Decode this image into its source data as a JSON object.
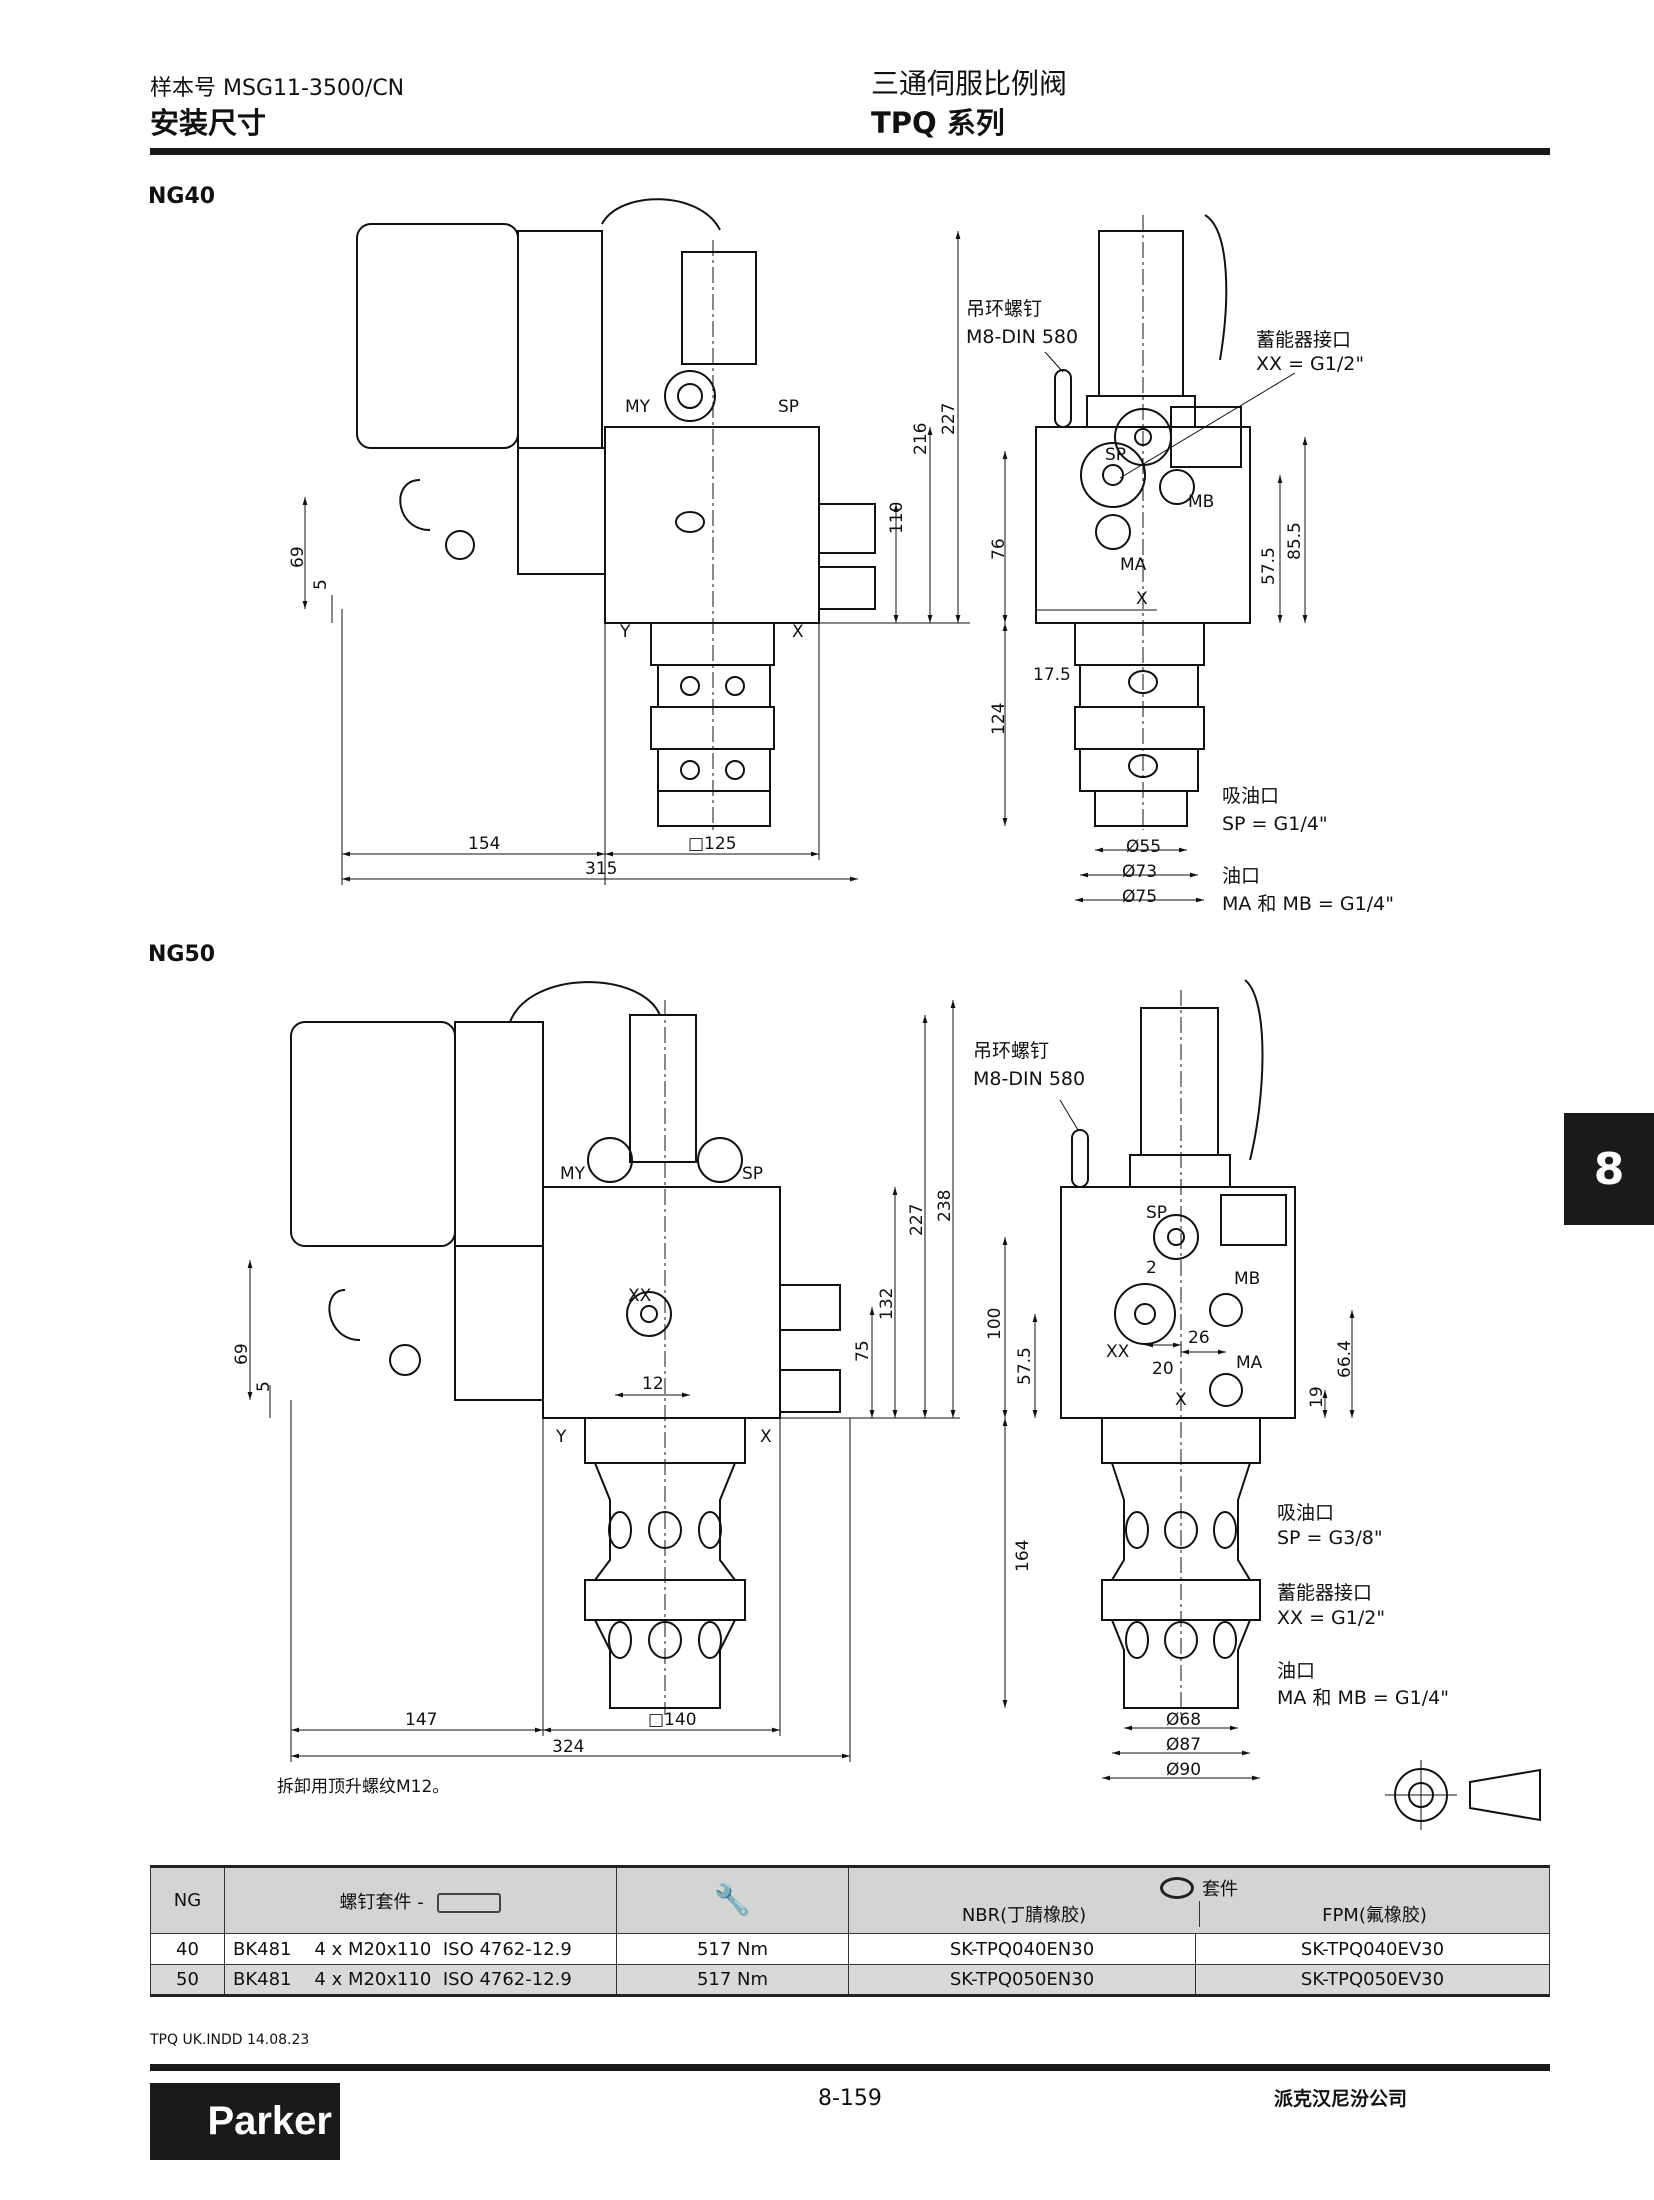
{
  "header": {
    "catalog_no": "样本号 MSG11-3500/CN",
    "section_title": "安装尺寸",
    "product_title": "三通伺服比例阀",
    "series": "TPQ 系列"
  },
  "chapter_tab": "8",
  "ng40": {
    "title": "NG40",
    "side_view": {
      "MY": "MY",
      "SP": "SP",
      "Y": "Y",
      "X": "X",
      "d69": "69",
      "d5": "5",
      "d216": "216",
      "d227": "227",
      "d110": "110",
      "d154": "154",
      "d125": "□125",
      "d315": "315"
    },
    "front_view": {
      "eyebolt_label": "吊环螺钉",
      "eyebolt_spec": "M8-DIN 580",
      "acc_label": "蓄能器接口",
      "acc_spec": "XX = G1/2\"",
      "SP": "SP",
      "MB": "MB",
      "MA": "MA",
      "X": "X",
      "d76": "76",
      "d57_5": "57.5",
      "d85_5": "85.5",
      "d17_5": "17.5",
      "d124": "124",
      "suction_label": "吸油口",
      "suction_spec": "SP = G1/4\"",
      "port_label": "油口",
      "port_spec": "MA 和 MB = G1/4\"",
      "d55": "Ø55",
      "d73": "Ø73",
      "d75": "Ø75"
    }
  },
  "ng50": {
    "title": "NG50",
    "side_view": {
      "MY": "MY",
      "SP": "SP",
      "XX": "XX",
      "Y": "Y",
      "X": "X",
      "d12": "12",
      "d132": "132",
      "d75": "75",
      "d227": "227",
      "d238": "238",
      "d69": "69",
      "d5": "5",
      "d147": "147",
      "d140": "□140",
      "d324": "324",
      "note": "拆卸用顶升螺纹M12。"
    },
    "front_view": {
      "eyebolt_label": "吊环螺钉",
      "eyebolt_spec": "M8-DIN 580",
      "SP": "SP",
      "MB": "MB",
      "MA": "MA",
      "XX": "XX",
      "X": "X",
      "d2": "2",
      "d100": "100",
      "d26": "26",
      "d20": "20",
      "d57_5": "57.5",
      "d66_4": "66.4",
      "d19": "19",
      "d164": "164",
      "suction_label": "吸油口",
      "suction_spec": "SP = G3/8\"",
      "acc_label": "蓄能器接口",
      "acc_spec": "XX = G1/2\"",
      "port_label": "油口",
      "port_spec": "MA 和 MB = G1/4\"",
      "d68": "Ø68",
      "d87": "Ø87",
      "d90": "Ø90"
    }
  },
  "table": {
    "headers": {
      "ng": "NG",
      "screw_kit": "螺钉套件 -",
      "seal_kit": "套件",
      "nbr": "NBR(丁腈橡胶)",
      "fpm": "FPM(氟橡胶)"
    },
    "rows": [
      {
        "ng": "40",
        "screws": "BK481    4 x M20x110  ISO 4762-12.9",
        "torque": "517 Nm",
        "nbr": "SK-TPQ040EN30",
        "fpm": "SK-TPQ040EV30"
      },
      {
        "ng": "50",
        "screws": "BK481    4 x M20x110  ISO 4762-12.9",
        "torque": "517 Nm",
        "nbr": "SK-TPQ050EN30",
        "fpm": "SK-TPQ050EV30"
      }
    ]
  },
  "footer": {
    "file_info": "TPQ UK.INDD  14.08.23",
    "page_number": "8-159",
    "company": "派克汉尼汾公司",
    "logo_text": "Parker"
  }
}
